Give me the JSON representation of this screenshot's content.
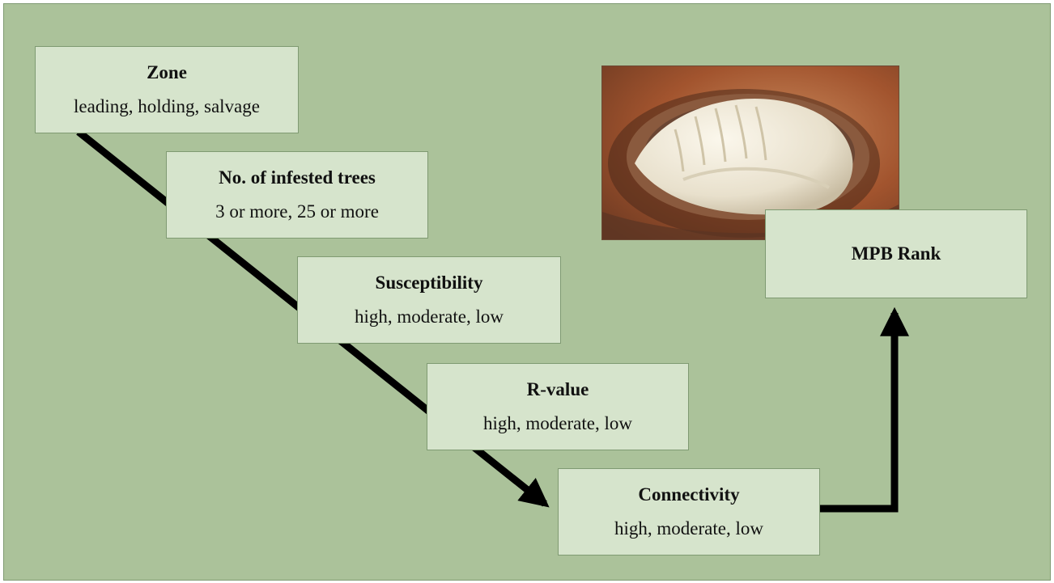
{
  "boxes": [
    {
      "title": "Zone",
      "subtitle": "leading, holding, salvage"
    },
    {
      "title": "No. of infested trees",
      "subtitle": "3 or more, 25 or more"
    },
    {
      "title": "Susceptibility",
      "subtitle": "high, moderate, low"
    },
    {
      "title": "R-value",
      "subtitle": "high, moderate, low"
    },
    {
      "title": "Connectivity",
      "subtitle": "high, moderate, low"
    }
  ],
  "result": {
    "title": "MPB Rank"
  },
  "image": {
    "subject": "beetle-pupa-in-bark-chamber"
  },
  "colors": {
    "background": "#abc29a",
    "box_fill": "#d6e4cc",
    "box_border": "#7f9a72",
    "arrow": "#000000"
  }
}
